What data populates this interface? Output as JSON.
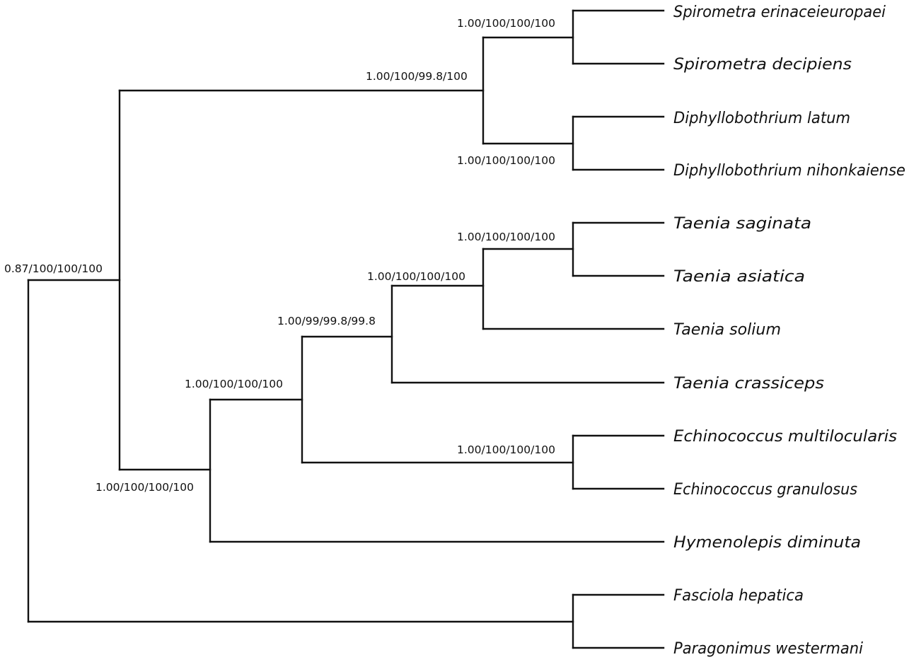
{
  "taxa": {
    "spirometra_erinaceieuropaei": "Spirometra erinaceieuropaei",
    "spirometra_decipiens": "Spirometra decipiens",
    "diphyllobothrium_latum": "Diphyllobothrium latum",
    "diphyllobothrium_nihonkaiense": "Diphyllobothrium nihonkaiense",
    "taenia_saginata": "Taenia saginata",
    "taenia_asiatica": "Taenia asiatica",
    "taenia_solium": "Taenia solium",
    "taenia_crassiceps": "Taenia crassiceps",
    "echinococcus_multilocularis": "Echinococcus multilocularis",
    "echinococcus_granulosus": "Echinococcus granulosus",
    "hymenolepis_diminuta": "Hymenolepis diminuta",
    "fasciola_hepatica": "Fasciola hepatica",
    "paragonimus_westermani": "Paragonimus westermani"
  },
  "support": {
    "ingroup_root": "0.87/100/100/100",
    "diphyllobothriidae": "1.00/100/99.8/100",
    "spirometra": "1.00/100/100/100",
    "diphyllobothrium": "1.00/100/100/100",
    "cyclophyllidea": "1.00/100/100/100",
    "taeniidae": "1.00/100/100/100",
    "taenia": "1.00/99/99.8/99.8",
    "taenia_core": "1.00/100/100/100",
    "saginata_asiatica": "1.00/100/100/100",
    "echinococcus": "1.00/100/100/100"
  }
}
